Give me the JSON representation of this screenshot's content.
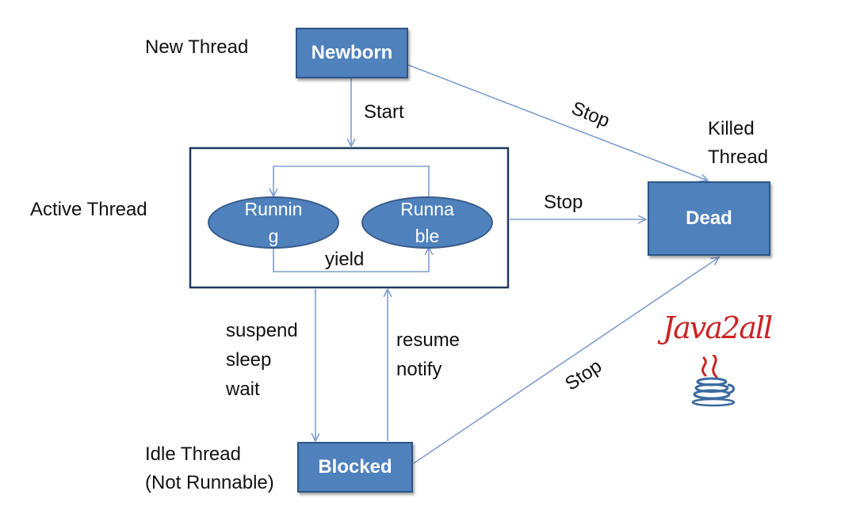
{
  "states": {
    "newborn": "Newborn",
    "dead": "Dead",
    "blocked": "Blocked",
    "running_line1": "Runnin",
    "running_line2": "g",
    "runnable_line1": "Runna",
    "runnable_line2": "ble"
  },
  "labels": {
    "new_thread": "New Thread",
    "active_thread": "Active Thread",
    "killed_thread_line1": "Killed",
    "killed_thread_line2": "Thread",
    "idle_thread_line1": "Idle Thread",
    "idle_thread_line2": "(Not Runnable)"
  },
  "transitions": {
    "start": "Start",
    "stop_top": "Stop",
    "stop_middle": "Stop",
    "stop_bottom": "Stop",
    "yield": "yield",
    "suspend": "suspend",
    "sleep": "sleep",
    "wait": "wait",
    "resume": "resume",
    "notify": "notify"
  },
  "logo": {
    "text": "Java2all",
    "icon": "java-coffee-cup-icon"
  },
  "colors": {
    "state_fill": "#4f81bd",
    "state_border": "#2c5585",
    "arrow": "#7f9fcf",
    "active_border": "#1f3b5c"
  }
}
